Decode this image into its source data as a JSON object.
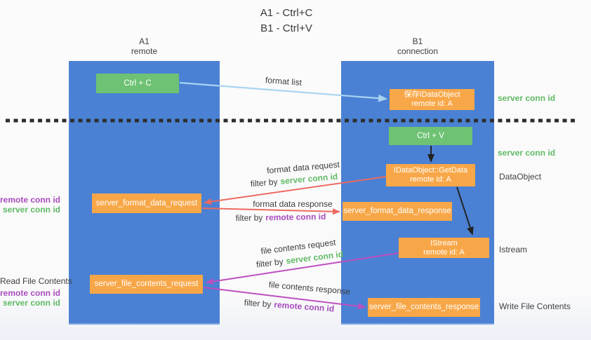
{
  "title": {
    "line1": "A1 - Ctrl+C",
    "line2": "B1 - Ctrl+V"
  },
  "columns": {
    "left": {
      "name": "A1",
      "subtitle": "remote"
    },
    "right": {
      "name": "B1",
      "subtitle": "connection"
    }
  },
  "nodes": {
    "ctrl_c": {
      "label": "Ctrl + C"
    },
    "save_idataobject": {
      "line1": "保存IDataObject",
      "line2": "remote id: A"
    },
    "ctrl_v": {
      "label": "Ctrl + V"
    },
    "getdata": {
      "line1": "IDataObject::GetData",
      "line2": "remote id: A"
    },
    "format_request": {
      "label": "server_format_data_request"
    },
    "format_response": {
      "label": "server_format_data_response"
    },
    "istream": {
      "line1": "IStream",
      "line2": "remote id: A"
    },
    "file_request": {
      "label": "server_file_contents_request"
    },
    "file_response": {
      "label": "server_file_contents_response"
    }
  },
  "flow_labels": {
    "format_list": "format list",
    "format_data_request": "format data request",
    "format_data_response": "format data response",
    "file_contents_request": "file contents request",
    "file_contents_response": "file contents response",
    "filter_by": "filter by",
    "server_conn_id": "server conn id",
    "remote_conn_id": "remote conn id"
  },
  "side_labels": {
    "server_conn_id_top": "server conn id",
    "server_conn_id_mid": "server conn id",
    "dataobject": "DataObject",
    "istream": "Istream",
    "write_file_contents": "Write File Contents",
    "read_file_contents": "Read File Contents",
    "remote_conn_id_mid": "remote conn id",
    "server_conn_id_left_mid": "server conn id",
    "remote_conn_id_bottom": "remote conn id",
    "server_conn_id_left_bottom": "server conn id"
  },
  "colors": {
    "column_blue": "#4a81d4",
    "node_green": "#6ec273",
    "node_orange": "#f8a748",
    "arrow_lightblue": "#a8d4f2",
    "arrow_red": "#ec6a60",
    "arrow_magenta": "#bd4fc0",
    "arrow_black": "#222222",
    "text_green": "#5fba64",
    "text_purple": "#a84cbd"
  }
}
